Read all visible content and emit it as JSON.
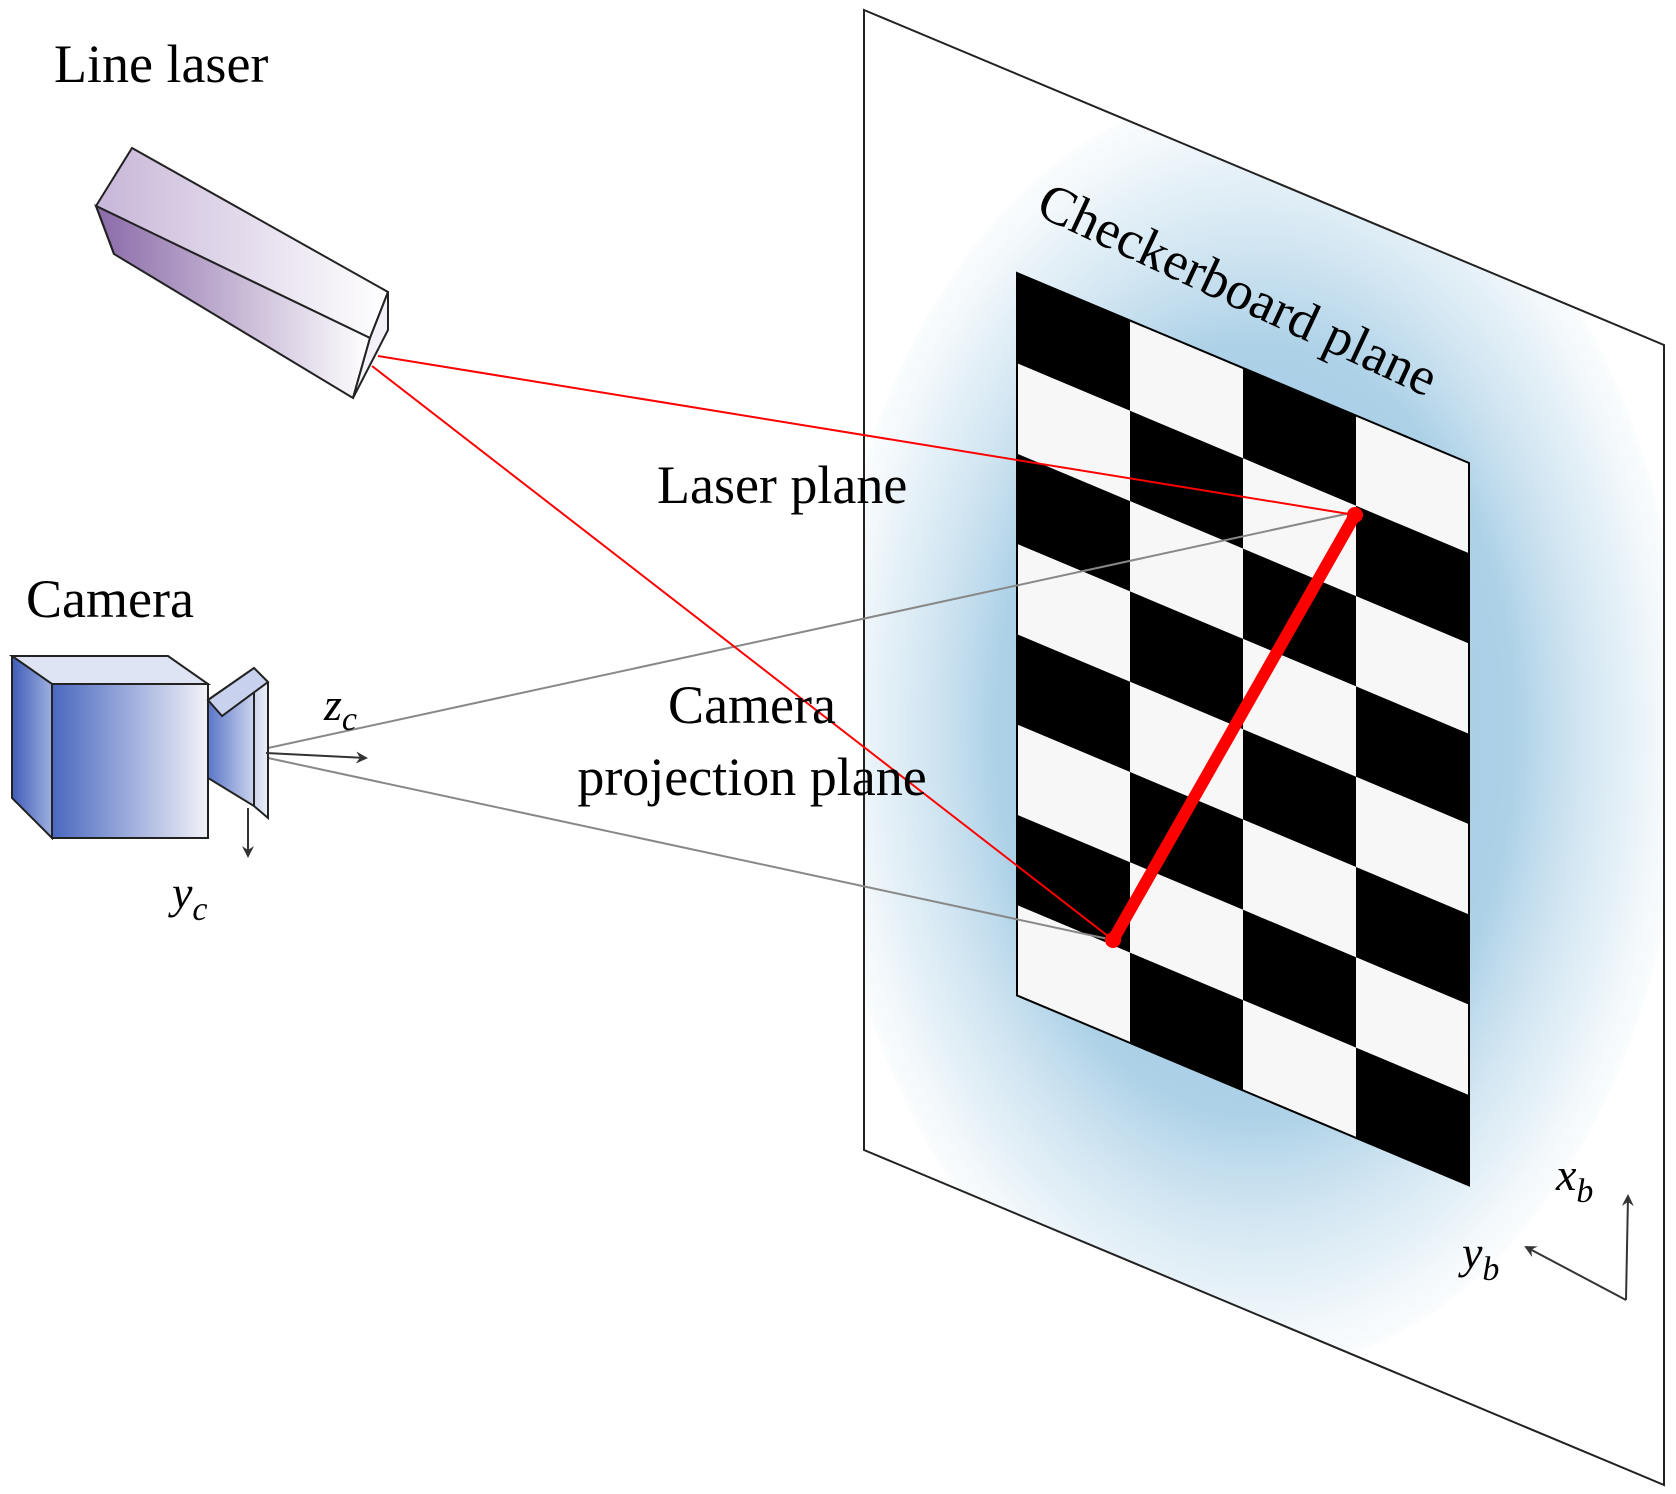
{
  "labels": {
    "line_laser": "Line laser",
    "camera": "Camera",
    "laser_plane": "Laser plane",
    "camera_projection_plane_1": "Camera",
    "camera_projection_plane_2": "projection plane",
    "checkerboard_plane": "Checkerboard plane"
  },
  "axes": {
    "zc": {
      "base": "z",
      "sub": "c"
    },
    "yc": {
      "base": "y",
      "sub": "c"
    },
    "xb": {
      "base": "x",
      "sub": "b"
    },
    "yb": {
      "base": "y",
      "sub": "b"
    }
  },
  "checkerboard": {
    "rows": 8,
    "cols": 4
  },
  "colors": {
    "laser": "#ff0000",
    "sight_lines": "#888888",
    "board_glow": "#9cc6e2",
    "laser_body": "#8a6aa8",
    "camera_body": "#4a68c0",
    "dark_square": "#000000",
    "light_square": "#f7f7f7"
  },
  "icons": [
    "line-laser-icon",
    "camera-icon"
  ]
}
